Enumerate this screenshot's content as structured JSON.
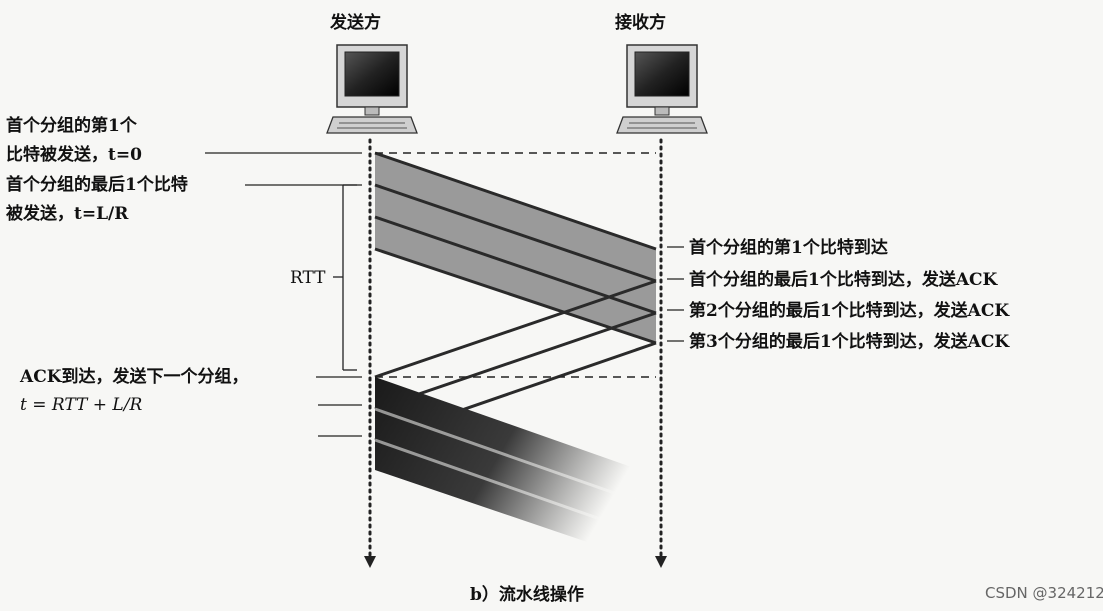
{
  "diagram": {
    "sender_title": "发送方",
    "receiver_title": "接收方",
    "left_labels": {
      "first_bit_sent_line1": "首个分组的第1个",
      "first_bit_sent_line2": "比特被发送，t=0",
      "last_bit_sent_line1": "首个分组的最后1个比特",
      "last_bit_sent_line2": "被发送，t=L/R",
      "rtt": "RTT",
      "ack_arrives_line1": "ACK到达，发送下一个分组，",
      "ack_arrives_line2": "t = RTT + L/R"
    },
    "right_labels": [
      "首个分组的第1个比特到达",
      "首个分组的最后1个比特到达，发送ACK",
      "第2个分组的最后1个比特到达，发送ACK",
      "第3个分组的最后1个比特到达，发送ACK"
    ],
    "caption": "b）流水线操作",
    "watermark": "CSDN @324212"
  },
  "colors": {
    "packet_band": "#9a9a9a",
    "packet_edge": "#2a2a2a",
    "ack_line": "#2a2a2a",
    "timeline_dot": "#222222",
    "background": "#f7f7f5"
  },
  "icons": [
    "computer-monitor-icon",
    "computer-monitor-icon",
    "arrow-down-icon",
    "arrow-down-icon"
  ]
}
